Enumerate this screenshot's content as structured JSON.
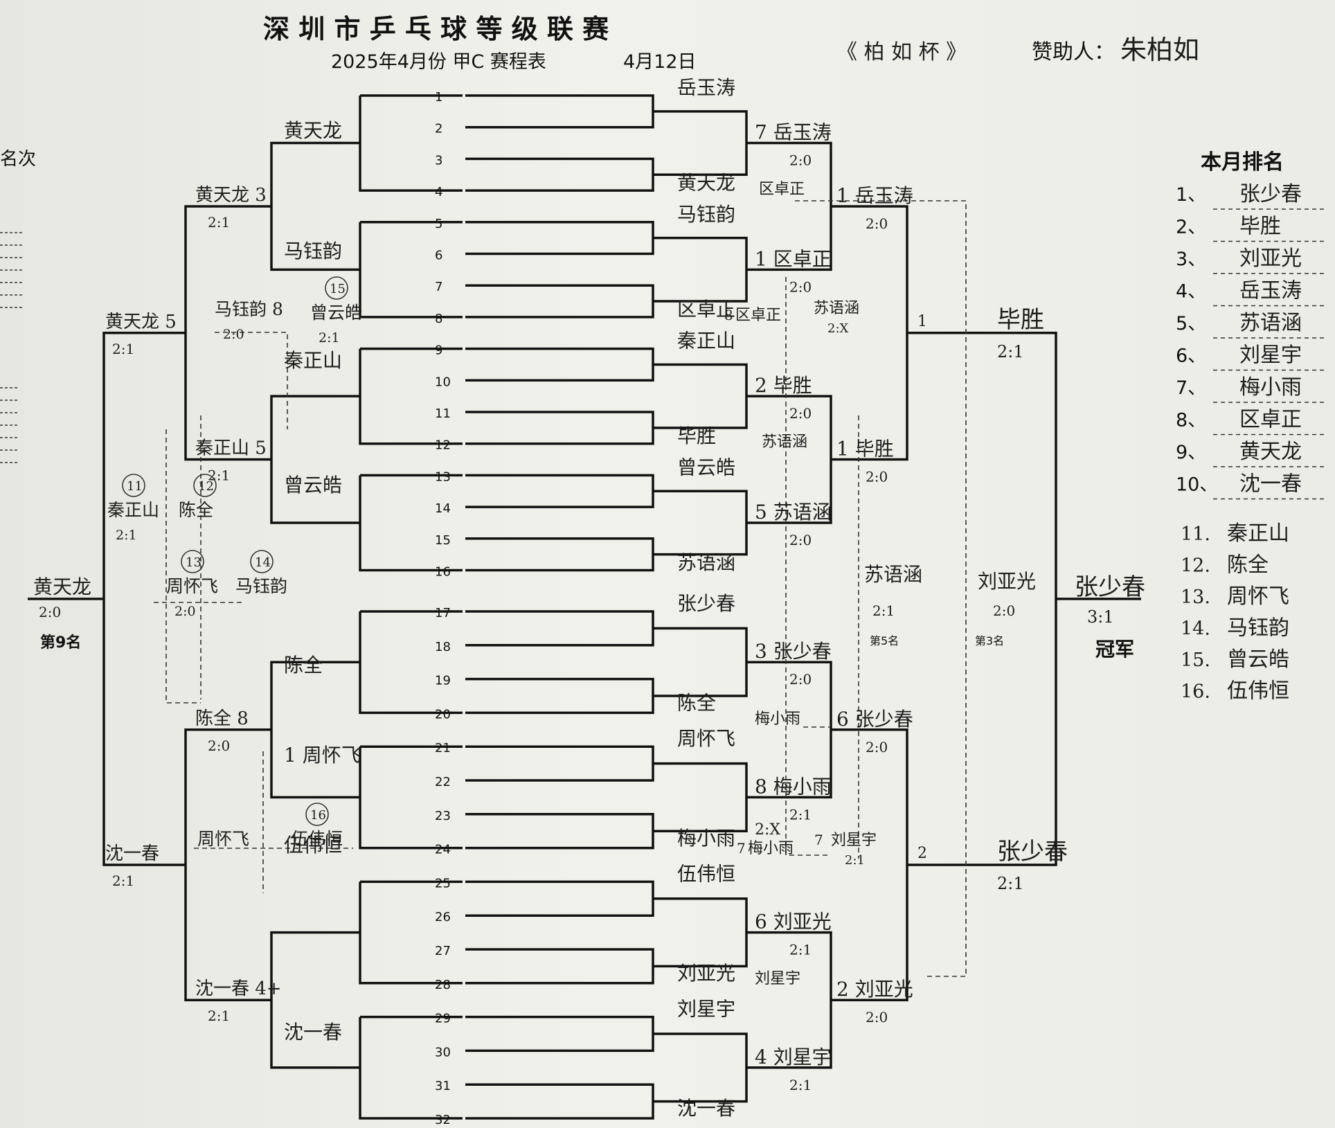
{
  "header": {
    "title": "深 圳 市 乒 乓 球 等 级 联 赛",
    "subtitle": "2025年4月份 甲C 赛程表",
    "date": "4月12日",
    "cup": "《 柏 如   杯 》",
    "sponsor_label": "赞助人：",
    "sponsor_name": "朱柏如"
  },
  "left_edge_label": "名次",
  "slots": [
    "1",
    "2",
    "3",
    "4",
    "5",
    "6",
    "7",
    "8",
    "9",
    "10",
    "11",
    "12",
    "13",
    "14",
    "15",
    "16",
    "17",
    "18",
    "19",
    "20",
    "21",
    "22",
    "23",
    "24",
    "25",
    "26",
    "27",
    "28",
    "29",
    "30",
    "31",
    "32"
  ],
  "bracket": {
    "r1_top": [
      "岳玉涛",
      "黄天龙",
      "马钰韵",
      "区卓正",
      "秦正山",
      "毕胜",
      "曾云皓",
      "苏语涵"
    ],
    "r1_bottom": [
      "张少春",
      "陈全",
      "周怀飞",
      "梅小雨",
      "伍伟恒",
      "刘亚光",
      "刘星宇",
      "沈一春"
    ],
    "qf_right": [
      {
        "name": "7 岳玉涛",
        "score": "2:0"
      },
      {
        "name": "1 区卓正",
        "score": "2:0"
      },
      {
        "name": "2 毕胜",
        "score": "2:0"
      },
      {
        "name": "5 苏语涵",
        "score": "2:0"
      },
      {
        "name": "3 张少春",
        "score": "2:0"
      },
      {
        "name": "8 梅小雨",
        "score": "2:1"
      },
      {
        "name": "6 刘亚光",
        "score": "2:1"
      },
      {
        "name": "4 刘星宇",
        "score": "2:1"
      }
    ],
    "sf_right": [
      {
        "name": "1 岳玉涛",
        "score": "2:0"
      },
      {
        "name": "1 毕胜",
        "score": "2:0"
      },
      {
        "name": "6 张少春",
        "score": "2:0"
      },
      {
        "name": "2 刘亚光",
        "score": "2:0"
      }
    ],
    "final_right": [
      {
        "name": "毕胜",
        "score": "2:1",
        "seed": "1"
      },
      {
        "name": "张少春",
        "score": "2:1",
        "seed": "2"
      }
    ],
    "champion": {
      "name": "张少春",
      "score": "3:1",
      "label": "冠军"
    },
    "third": {
      "name": "刘亚光",
      "score": "2:0",
      "label": "第3名"
    },
    "fifth": {
      "name": "苏语涵",
      "score": "2:1",
      "label": "第5名"
    },
    "playoffs_small": [
      {
        "name": "区卓正",
        "note": "8"
      },
      {
        "name": "苏语涵",
        "score": "2:X"
      },
      {
        "name": "苏语涵"
      },
      {
        "name": "区卓正"
      },
      {
        "name": "梅小雨"
      },
      {
        "name": "梅小雨",
        "note": "7"
      },
      {
        "name": "刘星宇",
        "score": "2:1",
        "seed": "7"
      },
      {
        "name": "刘星宇"
      },
      {
        "name": "2:X"
      }
    ],
    "left_r1": [
      {
        "name": "黄天龙"
      },
      {
        "name": "马钰韵"
      },
      {
        "name": "秦正山"
      },
      {
        "name": "曾云皓"
      },
      {
        "name": "陈全"
      },
      {
        "name": "1 周怀飞"
      },
      {
        "name": "伍伟恒"
      },
      {
        "name": "沈一春"
      }
    ],
    "left_r2": [
      {
        "name": "黄天龙 3",
        "score": "2:1"
      },
      {
        "name": "秦正山 5",
        "score": "2:1"
      },
      {
        "name": "陈全 8",
        "score": "2:0"
      },
      {
        "name": "沈一春 4+",
        "score": "2:1"
      }
    ],
    "left_r3": [
      {
        "name": "黄天龙 5",
        "score": "2:1"
      },
      {
        "name": "沈一春",
        "score": "2:1"
      }
    ],
    "left_winner": {
      "name": "黄天龙",
      "score": "2:0",
      "label": "第9名"
    },
    "left_extra": [
      {
        "name": "马钰韵 8",
        "score": "2:0"
      },
      {
        "name": "曾云皓",
        "score": "2:1",
        "circle": "15"
      },
      {
        "name": "秦正山",
        "score": "2:1",
        "circle": "11"
      },
      {
        "name": "陈全",
        "circle": "12"
      },
      {
        "name": "周怀飞",
        "score": "2:0",
        "circle": "13"
      },
      {
        "name": "马钰韵",
        "circle": "14"
      },
      {
        "name": "周怀飞"
      },
      {
        "name": "伍伟恒",
        "circle": "16"
      }
    ]
  },
  "ranking": {
    "title": "本月排名",
    "items": [
      {
        "n": "1、",
        "name": "张少春"
      },
      {
        "n": "2、",
        "name": "毕胜"
      },
      {
        "n": "3、",
        "name": "刘亚光"
      },
      {
        "n": "4、",
        "name": "岳玉涛"
      },
      {
        "n": "5、",
        "name": "苏语涵"
      },
      {
        "n": "6、",
        "name": "刘星宇"
      },
      {
        "n": "7、",
        "name": "梅小雨"
      },
      {
        "n": "8、",
        "name": "区卓正"
      },
      {
        "n": "9、",
        "name": "黄天龙"
      },
      {
        "n": "10、",
        "name": "沈一春"
      }
    ],
    "items2": [
      {
        "n": "11.",
        "name": "秦正山"
      },
      {
        "n": "12.",
        "name": "陈全"
      },
      {
        "n": "13.",
        "name": "周怀飞"
      },
      {
        "n": "14.",
        "name": "马钰韵"
      },
      {
        "n": "15.",
        "name": "曾云皓"
      },
      {
        "n": "16.",
        "name": "伍伟恒"
      }
    ]
  },
  "colors": {
    "ink": "#111111",
    "pencil": "#2a2a2a",
    "paper": "#eeeeea"
  }
}
